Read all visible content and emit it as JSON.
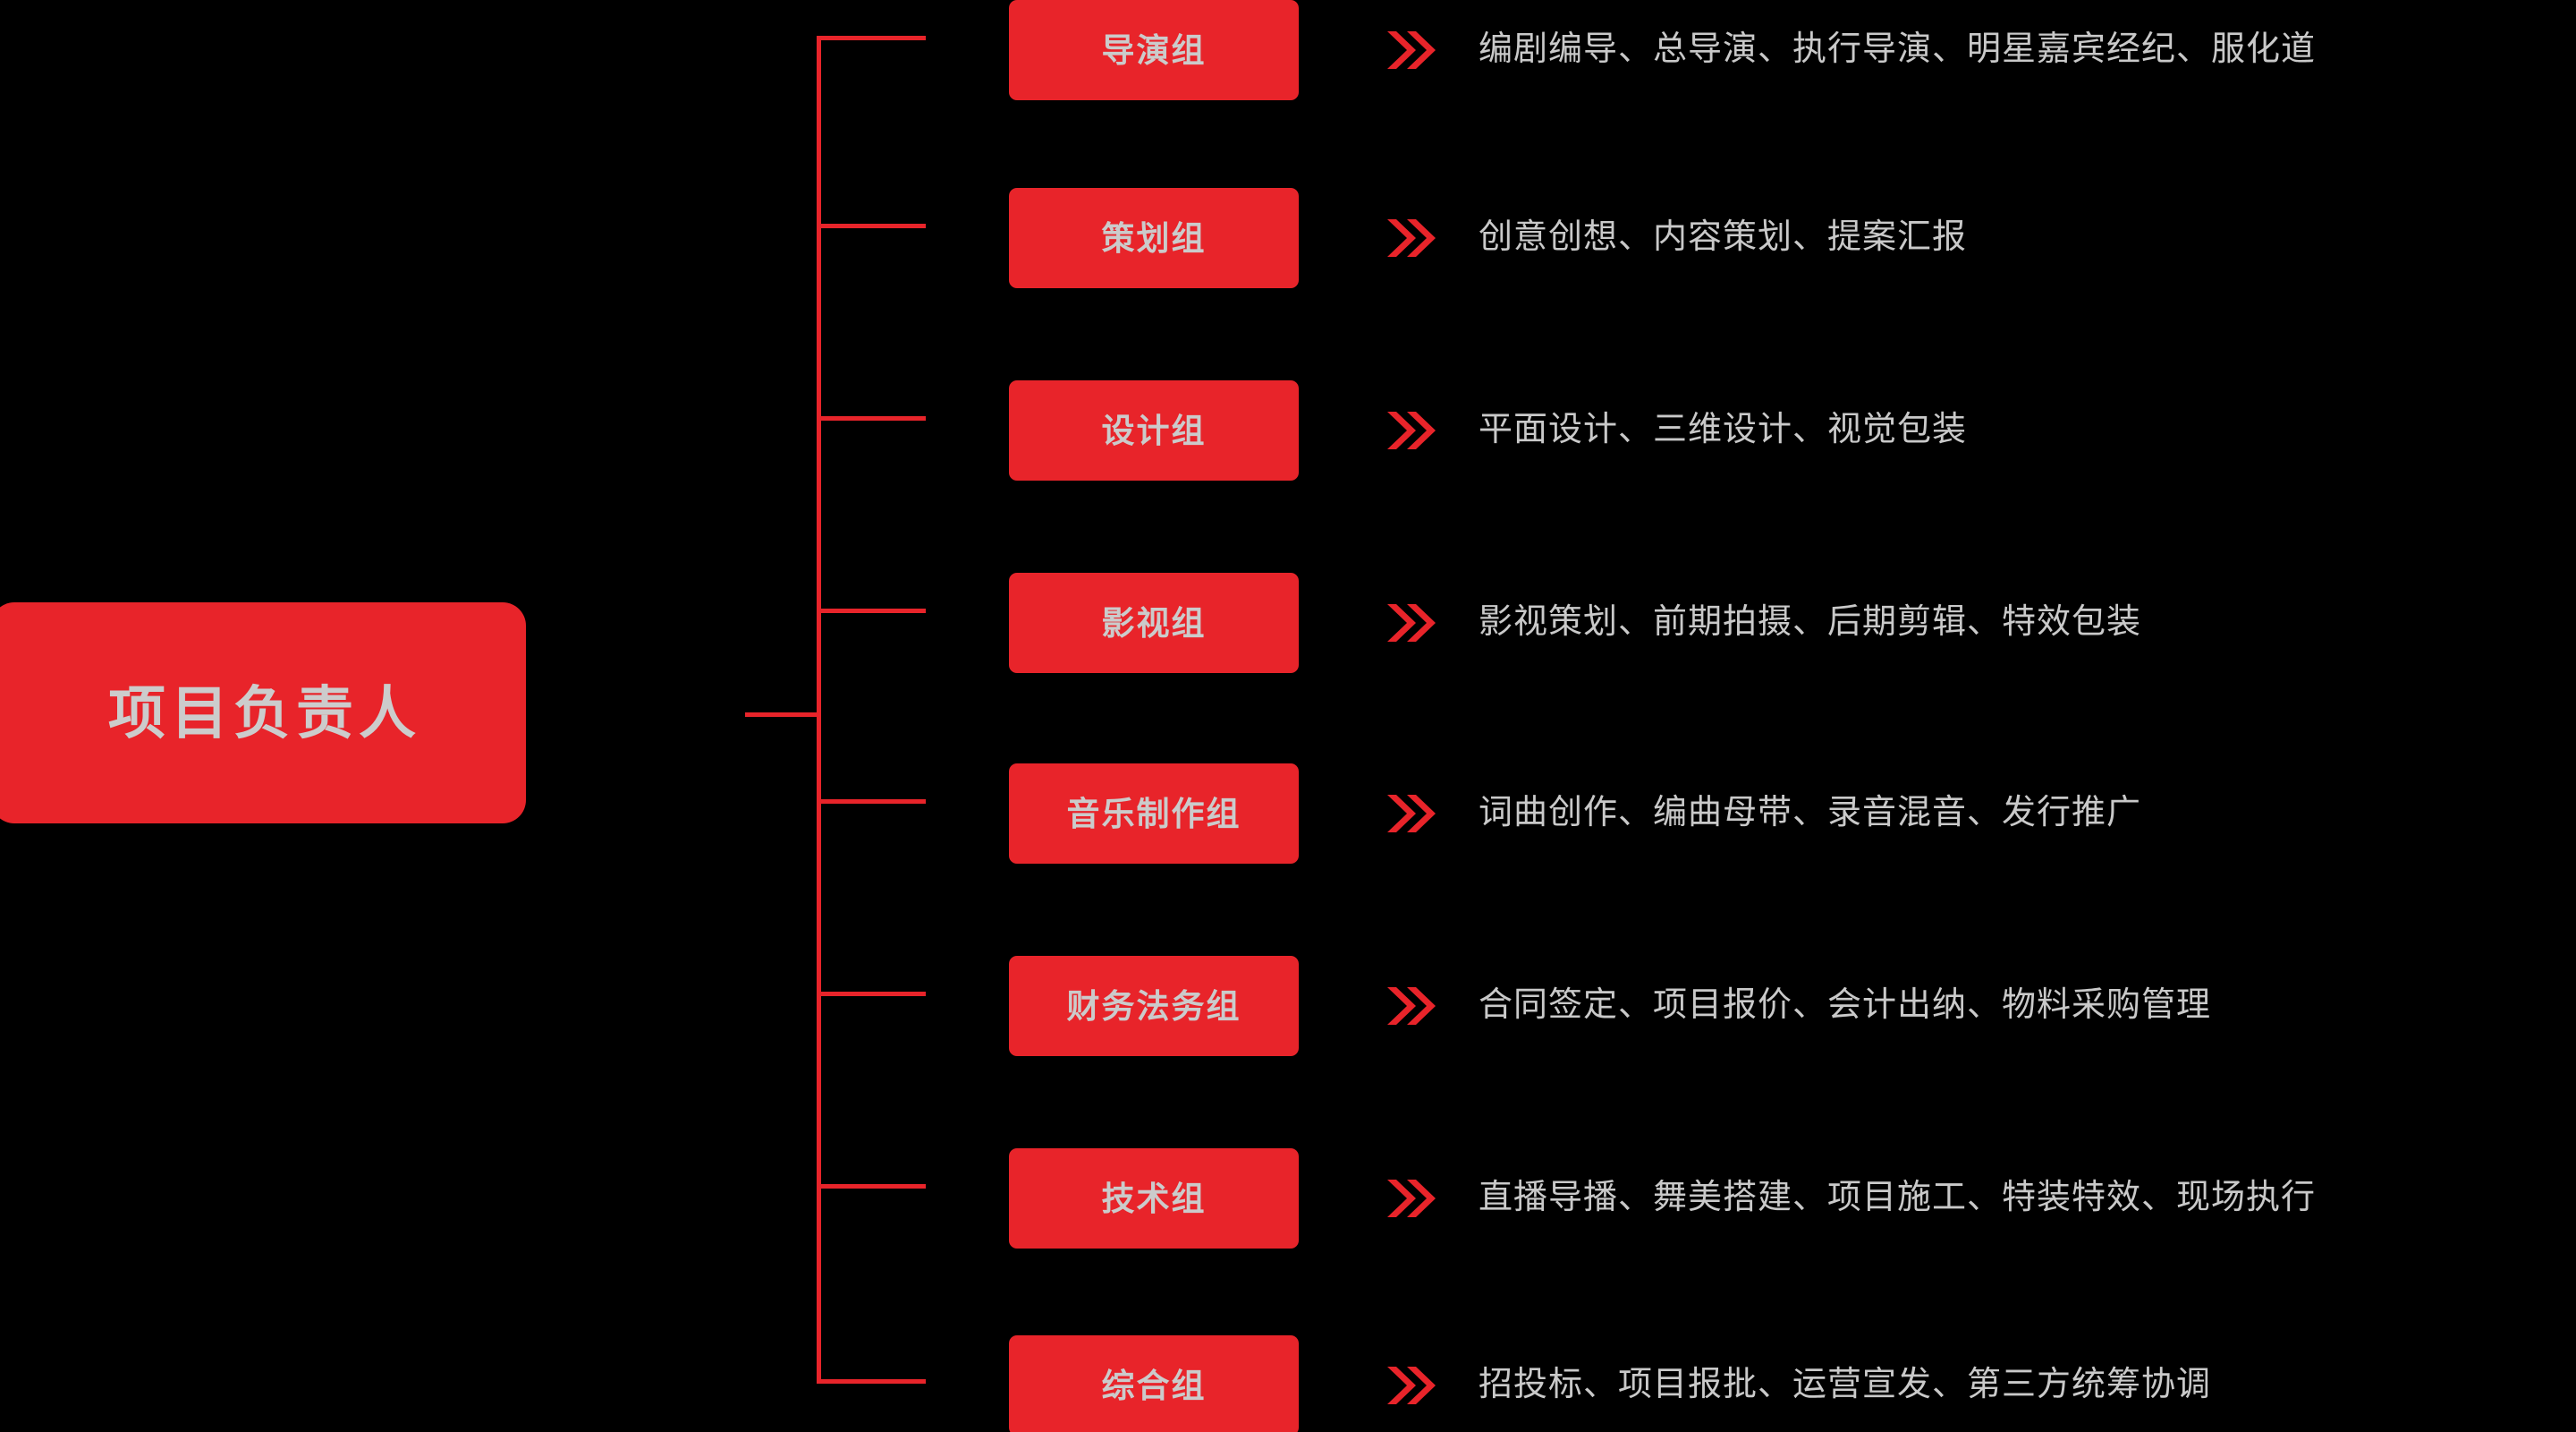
{
  "theme": {
    "background": "#000000",
    "accent_red": "#E8242A",
    "text_light": "#CBCBCB",
    "connector_red": "#E8242A"
  },
  "root": {
    "label": "项目负责人"
  },
  "icons": {
    "chevron": "double-chevron-right-icon"
  },
  "rows": [
    {
      "group": "导演组",
      "arrow": "»",
      "desc": "编剧编导、总导演、执行导演、明星嘉宾经纪、服化道"
    },
    {
      "group": "策划组",
      "arrow": "»",
      "desc": "创意创想、内容策划、提案汇报"
    },
    {
      "group": "设计组",
      "arrow": "»",
      "desc": "平面设计、三维设计、视觉包装"
    },
    {
      "group": "影视组",
      "arrow": "»",
      "desc": "影视策划、前期拍摄、后期剪辑、特效包装"
    },
    {
      "group": "音乐制作组",
      "arrow": "»",
      "desc": "词曲创作、编曲母带、录音混音、发行推广"
    },
    {
      "group": "财务法务组",
      "arrow": "»",
      "desc": "合同签定、项目报价、会计出纳、物料采购管理"
    },
    {
      "group": "技术组",
      "arrow": "»",
      "desc": "直播导播、舞美搭建、项目施工、特装特效、现场执行"
    },
    {
      "group": "综合组",
      "arrow": "»",
      "desc": "招投标、项目报批、运营宣发、第三方统筹协调"
    }
  ],
  "layout": {
    "row_tops": [
      0,
      210,
      425,
      640,
      853,
      1068,
      1283,
      1492
    ],
    "branch_tops": [
      40,
      250,
      465,
      680,
      893,
      1108,
      1323,
      1541
    ]
  }
}
